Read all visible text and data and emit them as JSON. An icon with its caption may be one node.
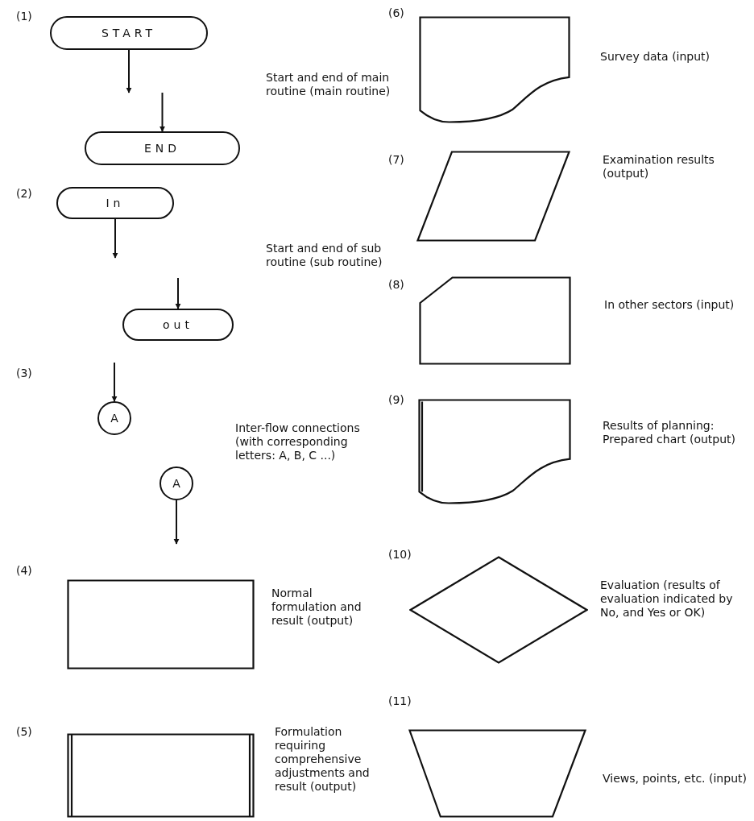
{
  "diagram": {
    "nodes": [
      {
        "text": [
          "START"
        ]
      },
      {
        "text": [
          "END"
        ]
      },
      {
        "text": [
          "In"
        ]
      },
      {
        "text": [
          "out"
        ]
      },
      {
        "text": [
          "A"
        ]
      },
      {
        "text": [
          "A"
        ]
      },
      {
        "text": [],
        "shape": "box"
      },
      {
        "text": [],
        "shape": "box"
      },
      {
        "text": [],
        "shape": "document"
      },
      {
        "text": [],
        "shape": "parallelogram"
      },
      {
        "text": [],
        "shape": "box"
      },
      {
        "text": [],
        "shape": "document"
      },
      {
        "text": [],
        "shape": "diamond"
      },
      {
        "text": [],
        "shape": "trapezoid"
      }
    ],
    "edges": [
      {
        "from": 0,
        "to": null,
        "arrow": "to"
      },
      {
        "from": null,
        "to": 1,
        "arrow": "to"
      },
      {
        "from": 2,
        "to": null,
        "arrow": "to"
      },
      {
        "from": null,
        "to": 3,
        "arrow": "to"
      },
      {
        "from": null,
        "to": 4,
        "arrow": "to"
      },
      {
        "from": 5,
        "to": null,
        "arrow": "to"
      }
    ],
    "labels": [
      "(1)",
      "Start and end of main routine (main routine)",
      "(2)",
      "Start and end of sub routine (sub routine)",
      "(3)",
      "Inter-flow connections (with corresponding letters: A, B, C ...)",
      "(4)",
      "Normal formulation and result (output)",
      "(5)",
      "Formulation requiring comprehensive adjustments and result (output)",
      "(6)",
      "Survey data (input)",
      "(7)",
      "Examination results (output)",
      "(8)",
      "In other sectors (input)",
      "(9)",
      "Results of planning: Prepared chart (output)",
      "(10)",
      "Evaluation (results of evaluation indicated by No, and Yes or OK)",
      "(11)",
      "Views, points, etc. (input)"
    ]
  }
}
